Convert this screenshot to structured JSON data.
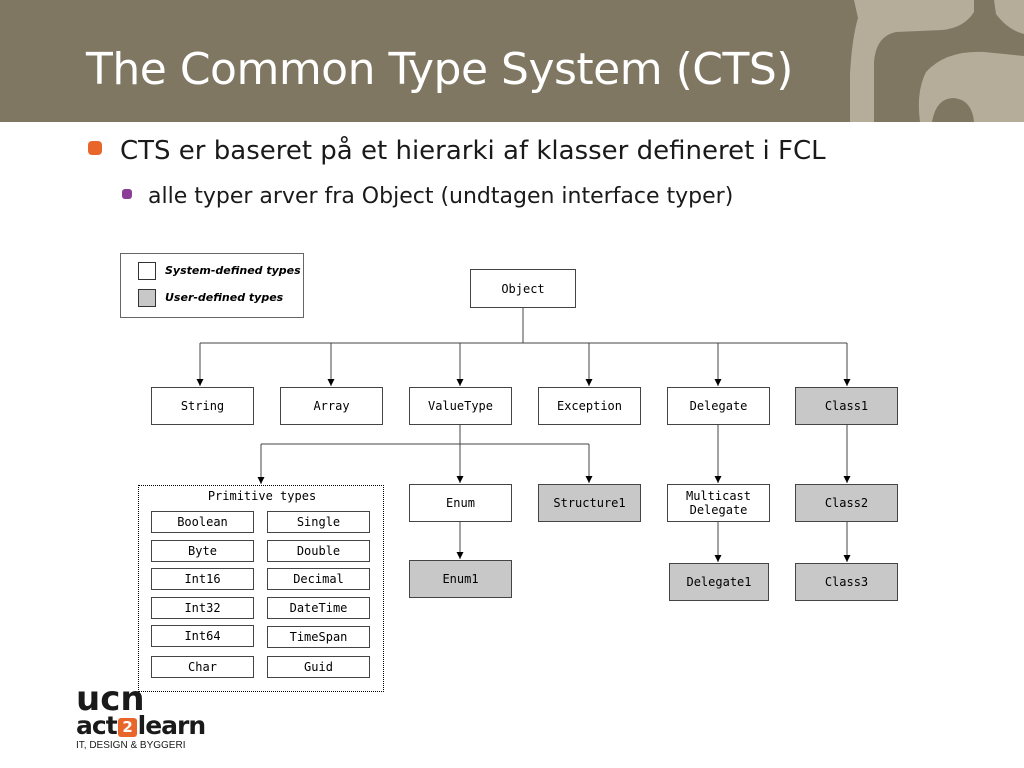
{
  "slide": {
    "title": "The Common Type System (CTS)",
    "bullets": [
      {
        "text": "CTS er baseret på et hierarki af klasser defineret i FCL",
        "level": 1
      },
      {
        "text": "alle typer arver fra Object (undtagen interface typer)",
        "level": 2
      }
    ]
  },
  "legend": {
    "system": "System-defined types",
    "user": "User-defined types"
  },
  "diagram": {
    "root": "Object",
    "level1": [
      "String",
      "Array",
      "ValueType",
      "Exception",
      "Delegate",
      "Class1"
    ],
    "valuetype_children": [
      "Enum",
      "Structure1"
    ],
    "enum_child": "Enum1",
    "delegate_child": "Multicast\nDelegate",
    "multicast_child": "Delegate1",
    "class1_child": "Class2",
    "class2_child": "Class3",
    "primitive_title": "Primitive types",
    "primitives_left": [
      "Boolean",
      "Byte",
      "Int16",
      "Int32",
      "Int64",
      "Char"
    ],
    "primitives_right": [
      "Single",
      "Double",
      "Decimal",
      "DateTime",
      "TimeSpan",
      "Guid"
    ]
  },
  "logo": {
    "mark": "ucn",
    "tagline_start": "act",
    "tagline_num": "2",
    "tagline_end": "learn",
    "sub": "IT, DESIGN & BYGGERI"
  },
  "colors": {
    "header": "#807762",
    "accent_orange": "#e8662a",
    "accent_purple": "#8c3d96",
    "user_type_fill": "#c8c8c8"
  }
}
